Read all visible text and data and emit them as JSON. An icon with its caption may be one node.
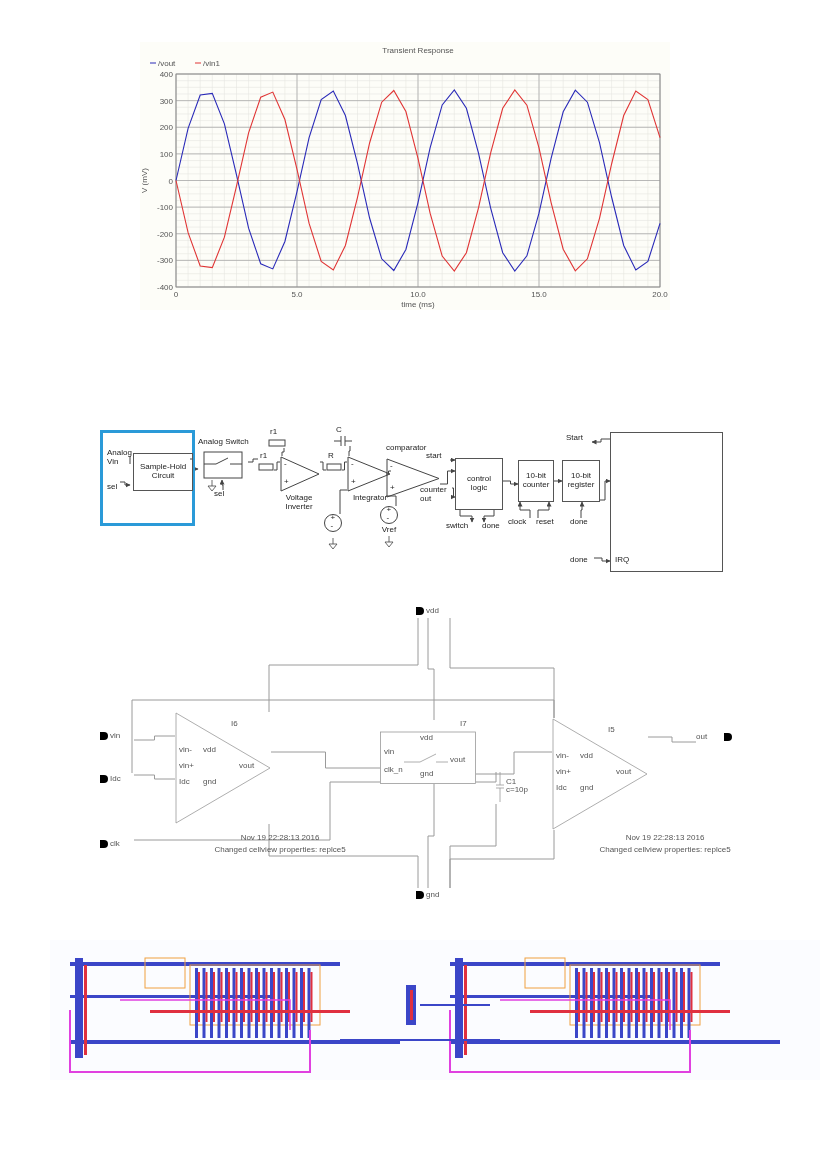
{
  "diagram": {
    "nodes": [
      {
        "text": [],
        "shape": "box"
      },
      {
        "text": [
          "Sample-Hold Circuit"
        ],
        "in": 0
      },
      {
        "text": [
          "Analog Vin"
        ],
        "in": 0
      },
      {
        "text": [
          "sel"
        ],
        "in": 0
      },
      {
        "text": [
          "Analog Switch"
        ]
      },
      {
        "text": [
          "sel"
        ]
      },
      {
        "text": [
          "r1"
        ]
      },
      {
        "text": [
          "r1"
        ]
      },
      {
        "text": [
          "-",
          "+"
        ],
        "beside": [
          "Voltage Inverter"
        ]
      },
      {
        "text": [
          "R"
        ]
      },
      {
        "text": [
          "C"
        ]
      },
      {
        "text": [
          "-",
          "+"
        ],
        "beside": [
          "Integrator"
        ]
      },
      {
        "text": [
          "+",
          "-"
        ]
      },
      {
        "text": [
          "comparator",
          "-",
          "+"
        ]
      },
      {
        "text": [
          "+",
          "-"
        ],
        "beside": [
          "Vref"
        ]
      },
      {
        "text": [
          "control logic"
        ]
      },
      {
        "text": [
          "start"
        ]
      },
      {
        "text": [
          "counter out"
        ]
      },
      {
        "text": [
          "switch"
        ]
      },
      {
        "text": [
          "done"
        ]
      },
      {
        "text": [
          "10-bit counter"
        ]
      },
      {
        "text": [
          "clock"
        ]
      },
      {
        "text": [
          "reset"
        ]
      },
      {
        "text": [
          "10-bit register"
        ]
      },
      {
        "text": [
          "done"
        ]
      },
      {
        "text": [
          "IRQ"
        ]
      },
      {
        "text": [
          "Start"
        ]
      },
      {
        "text": [
          "done"
        ]
      },
      {
        "text": [
          "vdd"
        ]
      },
      {
        "text": [
          "vin"
        ]
      },
      {
        "text": [
          "Idc"
        ]
      },
      {
        "text": [
          "clk"
        ]
      },
      {
        "text": [
          "I6",
          "vin-",
          "vin+",
          "Idc",
          "vdd",
          "gnd",
          "vout"
        ]
      },
      {
        "text": [
          "I7",
          "vin",
          "clk_n",
          "vdd",
          "gnd",
          "vout"
        ]
      },
      {
        "text": [
          "C1",
          "c=10p"
        ]
      },
      {
        "text": [
          "I5",
          "vin-",
          "vin+",
          "Idc",
          "vdd",
          "gnd",
          "vout"
        ]
      },
      {
        "text": [
          "out"
        ]
      },
      {
        "text": [
          "gnd"
        ]
      }
    ],
    "edges": [
      {
        "from": 2,
        "to": 1,
        "arrow": "none"
      },
      {
        "from": 3,
        "to": 1,
        "arrow": "to"
      },
      {
        "from": 1,
        "to": 4,
        "arrow": "to"
      },
      {
        "from": 5,
        "to": 4,
        "arrow": "to"
      },
      {
        "from": 4,
        "to": 6,
        "arrow": "none"
      },
      {
        "from": 6,
        "to": 8,
        "arrow": "none"
      },
      {
        "from": 7,
        "to": 8,
        "arrow": "none"
      },
      {
        "from": 8,
        "to": 9,
        "arrow": "none"
      },
      {
        "from": 9,
        "to": 11,
        "arrow": "none"
      },
      {
        "from": 10,
        "to": 11,
        "arrow": "none"
      },
      {
        "from": 12,
        "to": 11,
        "arrow": "none"
      },
      {
        "from": 11,
        "to": 13,
        "arrow": "none"
      },
      {
        "from": 14,
        "to": 13,
        "arrow": "none"
      },
      {
        "from": 13,
        "to": 15,
        "arrow": "to"
      },
      {
        "from": 16,
        "to": 15,
        "arrow": "to"
      },
      {
        "from": 17,
        "to": 15,
        "arrow": "to"
      },
      {
        "from": 15,
        "to": 18,
        "arrow": "to"
      },
      {
        "from": 15,
        "to": 19,
        "arrow": "to"
      },
      {
        "from": 15,
        "to": 20,
        "arrow": "to"
      },
      {
        "from": 21,
        "to": 20,
        "arrow": "to"
      },
      {
        "from": 22,
        "to": 20,
        "arrow": "to"
      },
      {
        "from": 20,
        "to": 23,
        "arrow": "to"
      },
      {
        "from": 24,
        "to": 23,
        "arrow": "to"
      },
      {
        "from": 23,
        "to": 25,
        "arrow": "to"
      },
      {
        "from": 25,
        "to": 26,
        "arrow": "to"
      },
      {
        "from": 27,
        "to": 25,
        "arrow": "to"
      },
      {
        "from": 28,
        "to": 32,
        "arrow": "none"
      },
      {
        "from": 28,
        "to": 33,
        "arrow": "none"
      },
      {
        "from": 28,
        "to": 35,
        "arrow": "none"
      },
      {
        "from": 29,
        "to": 32,
        "arrow": "none"
      },
      {
        "from": 30,
        "to": 32,
        "arrow": "none"
      },
      {
        "from": 30,
        "to": 35,
        "arrow": "none"
      },
      {
        "from": 31,
        "to": 33,
        "arrow": "none"
      },
      {
        "from": 32,
        "to": 33,
        "arrow": "none"
      },
      {
        "from": 33,
        "to": 35,
        "arrow": "none"
      },
      {
        "from": 33,
        "to": 34,
        "arrow": "none"
      },
      {
        "from": 34,
        "to": 37,
        "arrow": "none"
      },
      {
        "from": 32,
        "to": 37,
        "arrow": "none"
      },
      {
        "from": 33,
        "to": 37,
        "arrow": "none"
      },
      {
        "from": 35,
        "to": 37,
        "arrow": "none"
      },
      {
        "from": 35,
        "to": 36,
        "arrow": "none"
      }
    ],
    "labels": [
      "Nov 19 22:28:13 2016",
      "Changed cellview properties: replce5",
      "Nov 19 22:28:13 2016",
      "Changed cellview properties: replce5"
    ],
    "chart_data": {
      "type": "line",
      "title": "Transient Response",
      "xlabel": "time (ms)",
      "ylabel": "V (mV)",
      "x": [
        0,
        0.5,
        1,
        1.5,
        2,
        2.5,
        3,
        3.5,
        4,
        4.5,
        5,
        5.5,
        6,
        6.5,
        7,
        7.5,
        8,
        8.5,
        9,
        9.5,
        10,
        10.5,
        11,
        11.5,
        12,
        12.5,
        13,
        13.5,
        14,
        14.5,
        15,
        15.5,
        16,
        16.5,
        17,
        17.5,
        18,
        18.5,
        19,
        19.5,
        20
      ],
      "series": [
        {
          "name": "/vout",
          "color": "#2a2ab8",
          "values": [
            0,
            196,
            321,
            327,
            213,
            21,
            -179,
            -313,
            -332,
            -229,
            -42,
            161,
            304,
            336,
            244,
            63,
            -141,
            -294,
            -338,
            -259,
            -83,
            123,
            284,
            340,
            271,
            103,
            -103,
            -271,
            -340,
            -283,
            -123,
            83,
            258,
            339,
            294,
            142,
            -62,
            -244,
            -336,
            -304,
            -161
          ]
        },
        {
          "name": "/vin1",
          "color": "#e03535",
          "values": [
            0,
            -196,
            -321,
            -327,
            -213,
            -21,
            179,
            313,
            332,
            229,
            42,
            -161,
            -304,
            -336,
            -244,
            -63,
            141,
            294,
            338,
            259,
            83,
            -123,
            -284,
            -340,
            -271,
            -103,
            103,
            271,
            340,
            283,
            123,
            -83,
            -258,
            -339,
            -294,
            -142,
            62,
            244,
            336,
            304,
            161
          ]
        }
      ],
      "xlim": [
        0,
        20
      ],
      "ylim": [
        -400,
        400
      ],
      "xticks": [
        {
          "value": 0,
          "label": "0"
        },
        {
          "value": 5,
          "label": "5.0"
        },
        {
          "value": 10,
          "label": "10.0"
        },
        {
          "value": 15,
          "label": "15.0"
        },
        {
          "value": 20,
          "label": "20.0"
        }
      ],
      "yticks": [
        -400,
        -300,
        -200,
        -100,
        0,
        100,
        200,
        300,
        400
      ],
      "grid": true,
      "legend": "top-left"
    }
  }
}
